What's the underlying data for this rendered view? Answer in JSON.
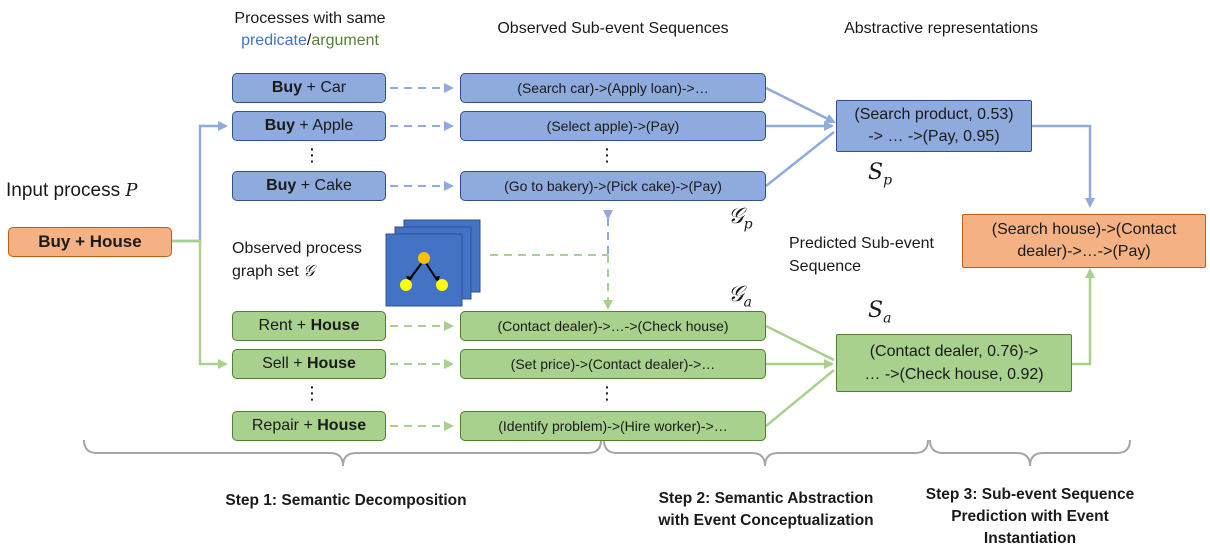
{
  "headers": {
    "processes_line1": "Processes with same",
    "predicate_word": "predicate",
    "slash": "/",
    "argument_word": "argument",
    "observed_sequences": "Observed Sub-event Sequences",
    "abstractive": "Abstractive representations"
  },
  "input": {
    "label": "Input process",
    "symbol": "P",
    "predicate": "Buy",
    "plus": " + ",
    "argument": "House"
  },
  "predicate_processes": [
    {
      "bold": "Buy",
      "rest": " + Car",
      "sequence": "(Search car)->(Apply loan)->…"
    },
    {
      "bold": "Buy",
      "rest": " + Apple",
      "sequence": "(Select apple)->(Pay)"
    },
    {
      "bold": "Buy",
      "rest": " + Cake",
      "sequence": "(Go to bakery)->(Pick cake)->(Pay)"
    }
  ],
  "argument_processes": [
    {
      "pre": "Rent + ",
      "bold": "House",
      "sequence": "(Contact dealer)->…->(Check house)"
    },
    {
      "pre": "Sell + ",
      "bold": "House",
      "sequence": "(Set price)->(Contact dealer)->…"
    },
    {
      "pre": "Repair + ",
      "bold": "House",
      "sequence": "(Identify problem)->(Hire worker)->…"
    }
  ],
  "ellipsis": "⋮",
  "graph_set": {
    "line1": "Observed process",
    "line2": "graph set",
    "symbol": "𝒢"
  },
  "graph_p": {
    "symbol": "𝒢",
    "sub": "p"
  },
  "graph_a": {
    "symbol": "𝒢",
    "sub": "a"
  },
  "abstract_p": {
    "line1": "(Search product, 0.53)",
    "line2": "-> … ->(Pay, 0.95)",
    "symbol": "S",
    "sub": "p"
  },
  "abstract_a": {
    "line1": "(Contact dealer, 0.76)->",
    "line2": "… ->(Check house, 0.92)",
    "symbol": "S",
    "sub": "a"
  },
  "predicted": {
    "label_line1": "Predicted Sub-event",
    "label_line2": "Sequence",
    "line1": "(Search house)->(Contact",
    "line2": "dealer)->…->(Pay)"
  },
  "steps": [
    {
      "line1": "Step 1: Semantic Decomposition"
    },
    {
      "line1": "Step 2: Semantic Abstraction",
      "line2": "with Event Conceptualization"
    },
    {
      "line1": "Step 3: Sub-event Sequence",
      "line2": "Prediction with Event",
      "line3": "Instantiation"
    }
  ],
  "colors": {
    "blue_fill": "#8faadc",
    "blue_line": "#8faadc",
    "blue_dark": "#2f528f",
    "green_fill": "#a9d18e",
    "green_line": "#a9d18e",
    "green_dark": "#507e32",
    "orange_fill": "#f4b183",
    "predicate_text": "#4472c4",
    "argument_text": "#548235",
    "graph_icon": "#4472c4",
    "brace": "#a6a6a6"
  }
}
